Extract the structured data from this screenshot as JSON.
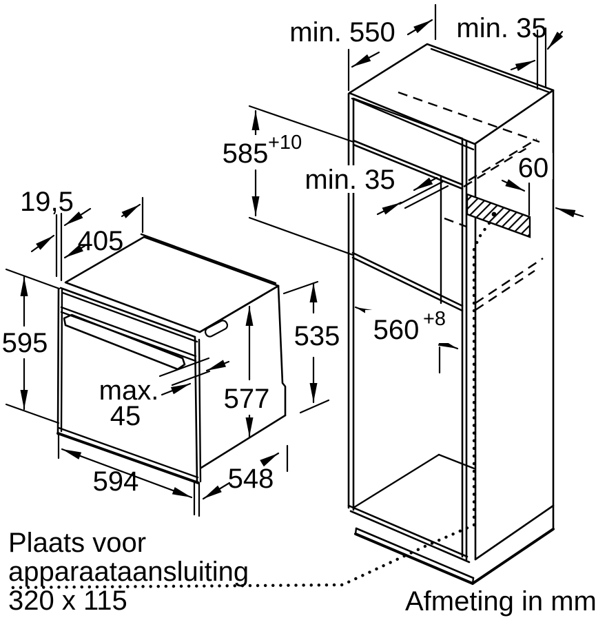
{
  "diagram": {
    "unit_note": "Afmeting in mm",
    "connection_note": {
      "line1": "Plaats voor",
      "line2": "apparaataansluiting",
      "line3": "320 x 115"
    },
    "labels": {
      "cabinet_depth": "min. 550",
      "top_rear_gap": "min. 35",
      "niche_height": "585",
      "niche_height_tolerance": "+10",
      "niche_rear_gap": "min. 35",
      "vent_cutout_width": "60",
      "frame_overlap": "19,5",
      "top_depth": "405",
      "front_height": "595",
      "protrusion_word": "max.",
      "protrusion_value": "45",
      "body_height": "577",
      "rear_height": "535",
      "niche_depth": "560",
      "niche_depth_tolerance": "+8",
      "front_width": "594",
      "body_depth": "548"
    },
    "colors": {
      "line": "#000000",
      "background": "#ffffff"
    }
  }
}
